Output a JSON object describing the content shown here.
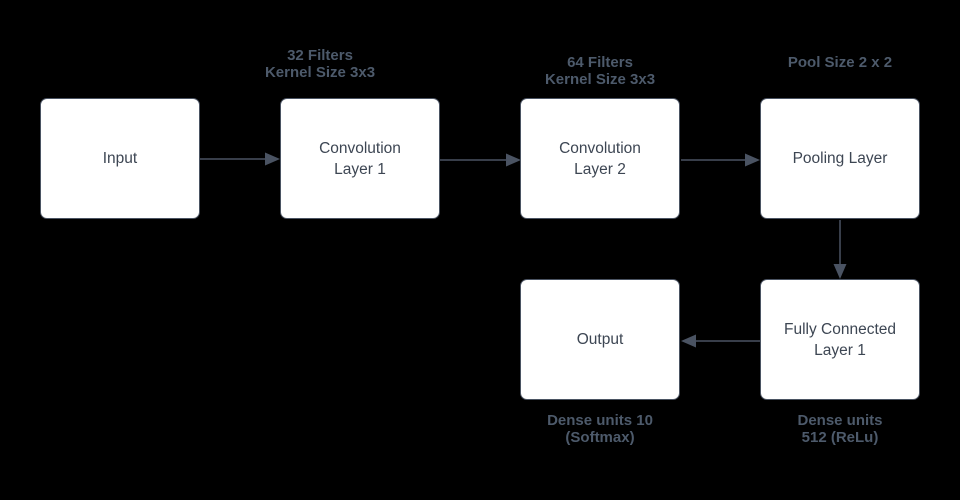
{
  "diagram": {
    "description": "CNN architecture flowchart",
    "colors": {
      "background": "#000000",
      "node_fill": "#ffffff",
      "node_border": "#4a5362",
      "node_text": "#3d4653",
      "annotation_text": "#4d5a6b",
      "arrow": "#4a5362"
    },
    "nodes": [
      {
        "id": "input",
        "label": "Input"
      },
      {
        "id": "conv1",
        "label": "Convolution\nLayer 1"
      },
      {
        "id": "conv2",
        "label": "Convolution\nLayer 2"
      },
      {
        "id": "pooling",
        "label": "Pooling Layer"
      },
      {
        "id": "output",
        "label": "Output"
      },
      {
        "id": "fully-connected",
        "label": "Fully Connected\nLayer 1"
      }
    ],
    "annotations": [
      {
        "for": "conv1",
        "text": "32 Filters\nKernel Size 3x3"
      },
      {
        "for": "conv2",
        "text": "64 Filters\nKernel Size 3x3"
      },
      {
        "for": "pooling",
        "text": "Pool Size 2 x 2"
      },
      {
        "for": "output",
        "text": "Dense units 10\n(Softmax)"
      },
      {
        "for": "fully-connected",
        "text": "Dense units\n512 (ReLu)"
      }
    ],
    "edges": [
      {
        "from": "input",
        "to": "conv1"
      },
      {
        "from": "conv1",
        "to": "conv2"
      },
      {
        "from": "conv2",
        "to": "pooling"
      },
      {
        "from": "pooling",
        "to": "fully-connected"
      },
      {
        "from": "fully-connected",
        "to": "output"
      }
    ]
  }
}
